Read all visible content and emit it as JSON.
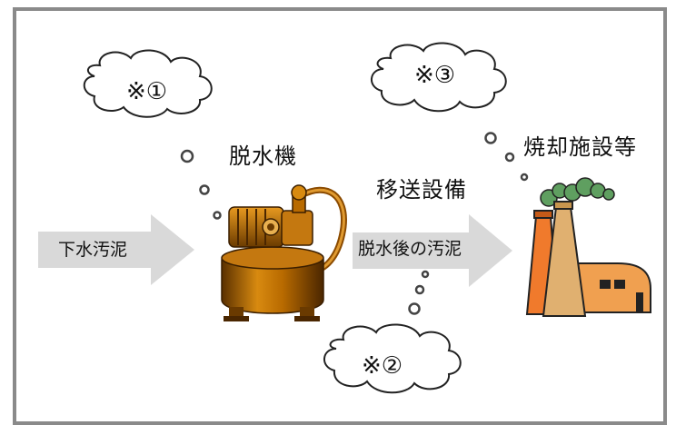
{
  "notes": {
    "cloud1": "※①",
    "cloud2": "※②",
    "cloud3": "※③"
  },
  "labels": {
    "dewaterer": "脱水機",
    "transfer": "移送設備",
    "incinerator": "焼却施設等"
  },
  "arrows": {
    "sewage_sludge": "下水汚泥",
    "dewatered_sludge": "脱水後の汚泥"
  },
  "colors": {
    "frame": "#8a8a8a",
    "arrow": "#d9d9d9",
    "pump_body": "#b86a00",
    "chimney_orange": "#f07a2c",
    "chimney_tan": "#e0b070",
    "smoke_green": "#5f9f60"
  },
  "icons": {
    "pump": "dewatering-pump-icon",
    "factory": "incineration-plant-icon"
  }
}
